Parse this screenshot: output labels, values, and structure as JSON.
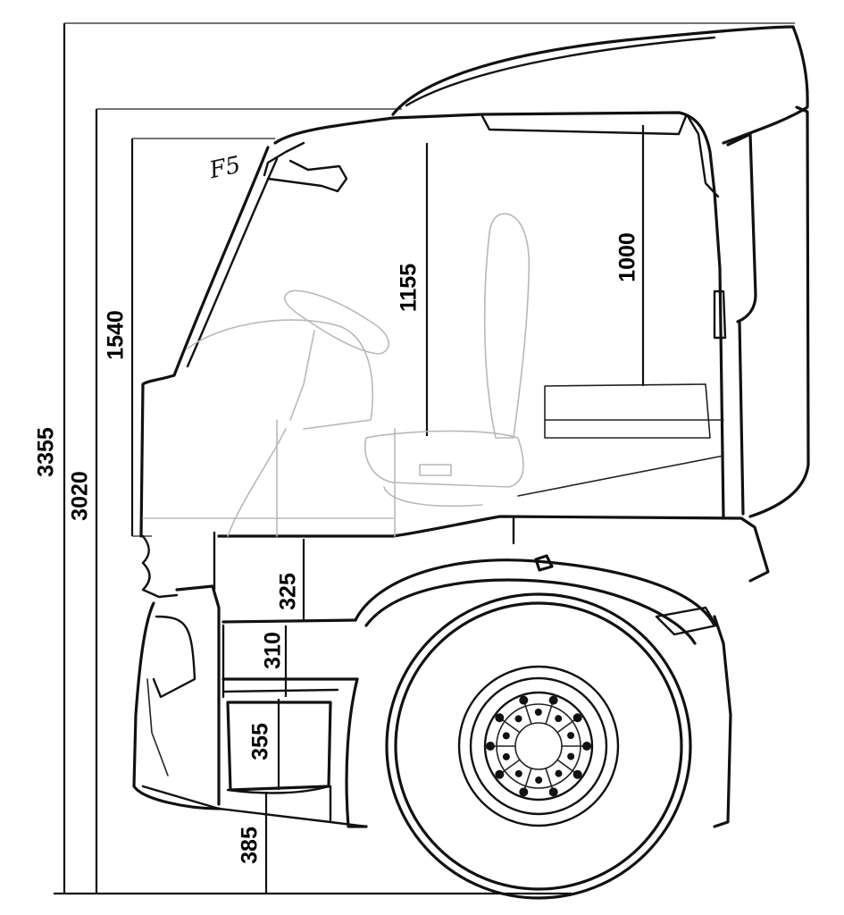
{
  "dimensions": {
    "overall_height": "3355",
    "roof_height": "3020",
    "windscreen_height": "1540",
    "floor_to_roof_front": "1155",
    "floor_to_roof_rear": "1000",
    "first_step": "325",
    "second_step": "310",
    "third_step": "355",
    "ground_to_bottom_step": "385"
  },
  "handwritten_mark": "F5",
  "colors": {
    "line": "#111111",
    "faint_line": "#b8b8b8",
    "background": "#ffffff"
  }
}
